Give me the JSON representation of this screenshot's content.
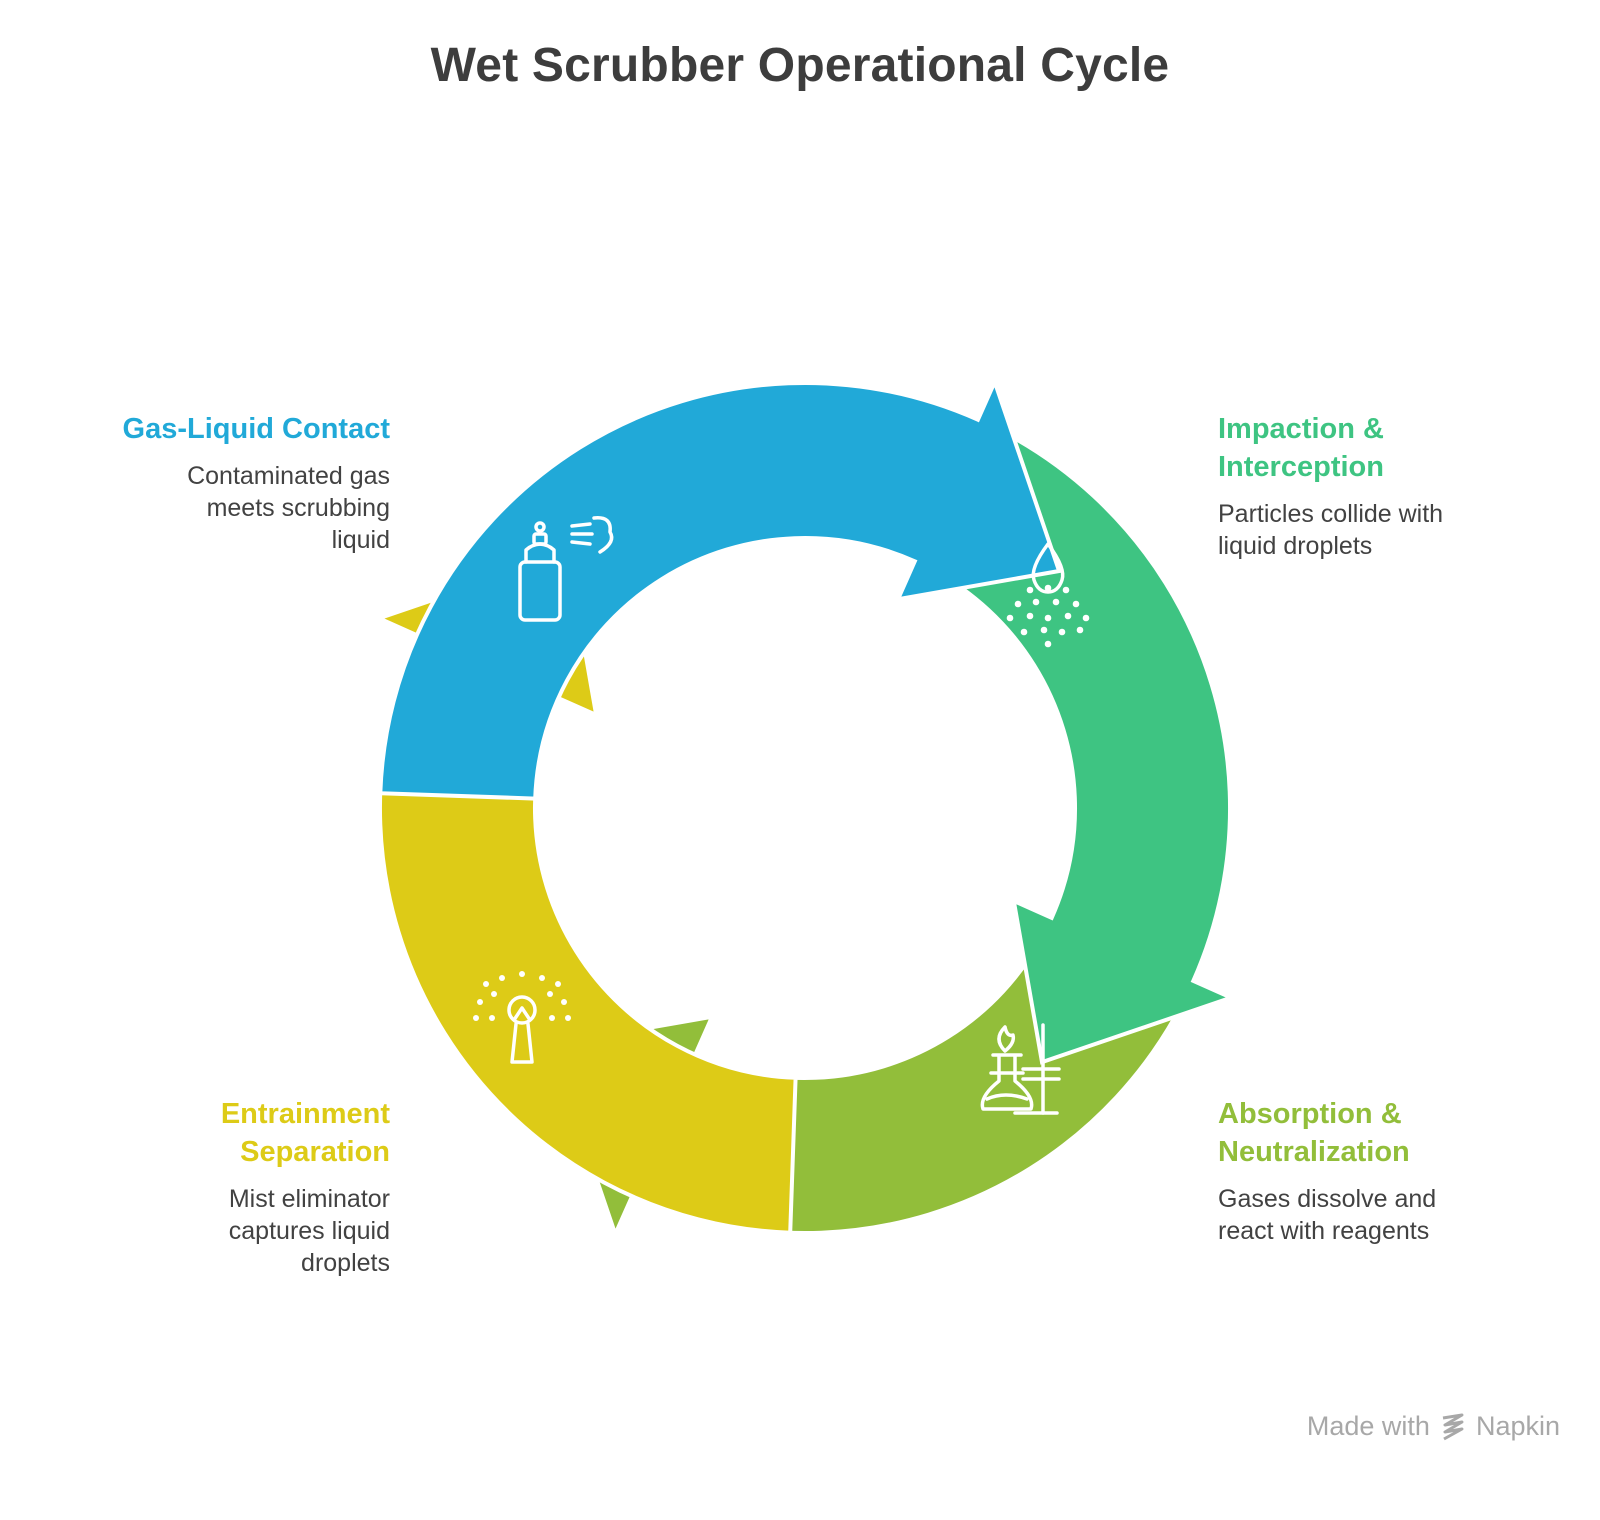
{
  "title": "Wet Scrubber Operational Cycle",
  "steps": [
    {
      "title": "Gas-Liquid Contact",
      "desc": "Contaminated gas meets scrubbing liquid",
      "color": "#21a9d8",
      "icon": "spray-can-icon"
    },
    {
      "title": "Impaction & Interception",
      "desc": "Particles collide with liquid droplets",
      "color": "#3ec482",
      "icon": "droplet-spray-icon"
    },
    {
      "title": "Absorption & Neutralization",
      "desc": "Gases dissolve and react with reagents",
      "color": "#92be3a",
      "icon": "flask-burner-icon"
    },
    {
      "title": "Entrainment Separation",
      "desc": "Mist eliminator captures liquid droplets",
      "color": "#ddcb17",
      "icon": "sprinkler-icon"
    }
  ],
  "footer": {
    "made_with": "Made with",
    "brand": "Napkin"
  }
}
